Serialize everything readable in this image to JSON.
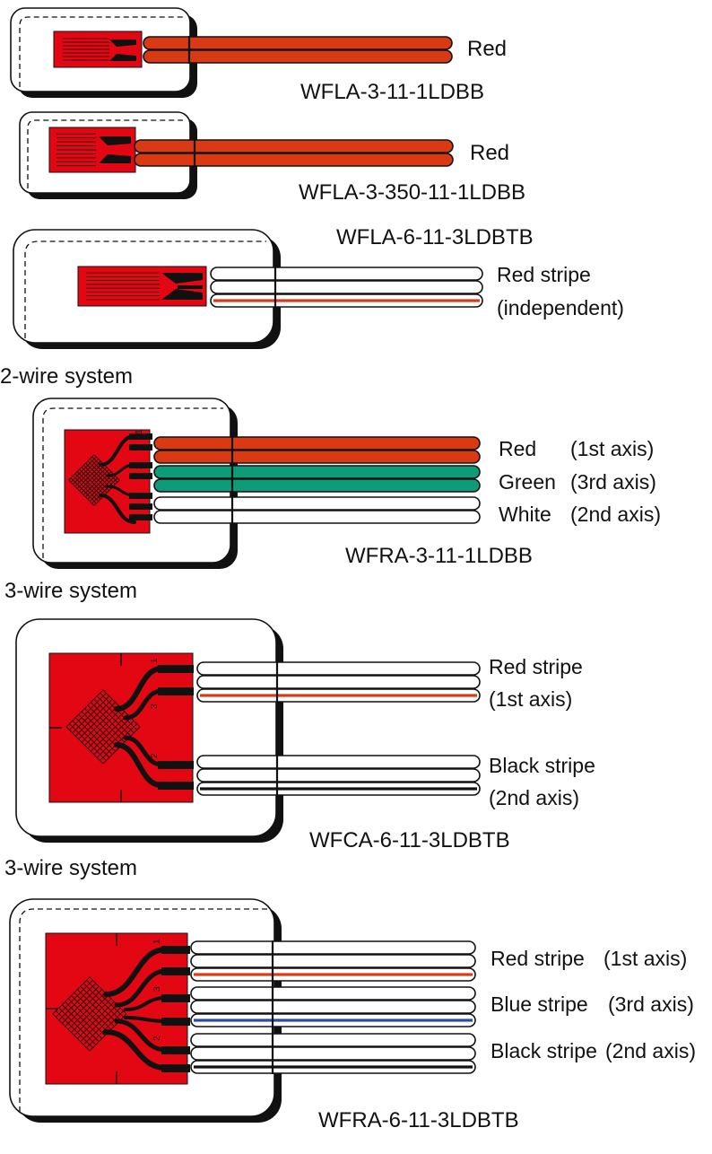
{
  "colors": {
    "gauge_red": "#e30613",
    "wire_red": "#d93a14",
    "wire_green": "#0f9a78",
    "wire_white": "#ffffff",
    "stripe_red": "#d93a14",
    "stripe_blue": "#2b4aa8",
    "stripe_black": "#111111"
  },
  "section_labels": [
    "2-wire system",
    "3-wire system",
    "3-wire system"
  ],
  "gauges": [
    {
      "model": "WFLA-3-11-1LDBB",
      "wire_label": "Red",
      "wire_colors": [
        "red",
        "red"
      ]
    },
    {
      "model": "WFLA-3-350-11-1LDBB",
      "wire_label": "Red",
      "wire_colors": [
        "red",
        "red"
      ]
    },
    {
      "model": "WFLA-6-11-3LDBTB",
      "wire_label_lines": [
        "Red stripe",
        "(independent)"
      ],
      "wire_colors": [
        "white",
        "white",
        "white-red-stripe"
      ]
    },
    {
      "model": "WFRA-3-11-1LDBB",
      "axes": [
        {
          "color_name": "Red",
          "axis": "(1st axis)",
          "wires": [
            "red",
            "red"
          ]
        },
        {
          "color_name": "Green",
          "axis": "(3rd axis)",
          "wires": [
            "green",
            "green"
          ]
        },
        {
          "color_name": "White",
          "axis": "(2nd axis)",
          "wires": [
            "white",
            "white"
          ]
        }
      ],
      "grid_numbers": [
        "1",
        "3",
        "2"
      ]
    },
    {
      "model": "WFCA-6-11-3LDBTB",
      "groups": [
        {
          "lines": [
            "Red stripe",
            "(1st axis)"
          ],
          "stripe": "red"
        },
        {
          "lines": [
            "Black stripe",
            "(2nd axis)"
          ],
          "stripe": "black"
        }
      ],
      "grid_numbers": [
        "1",
        "3",
        "2"
      ]
    },
    {
      "model": "WFRA-6-11-3LDBTB",
      "groups": [
        {
          "name": "Red stripe",
          "axis": "(1st axis)",
          "stripe": "red"
        },
        {
          "name": "Blue stripe",
          "axis": "(3rd axis)",
          "stripe": "blue"
        },
        {
          "name": "Black stripe",
          "axis": "(2nd axis)",
          "stripe": "black"
        }
      ],
      "grid_numbers": [
        "1",
        "3",
        "2"
      ]
    }
  ]
}
